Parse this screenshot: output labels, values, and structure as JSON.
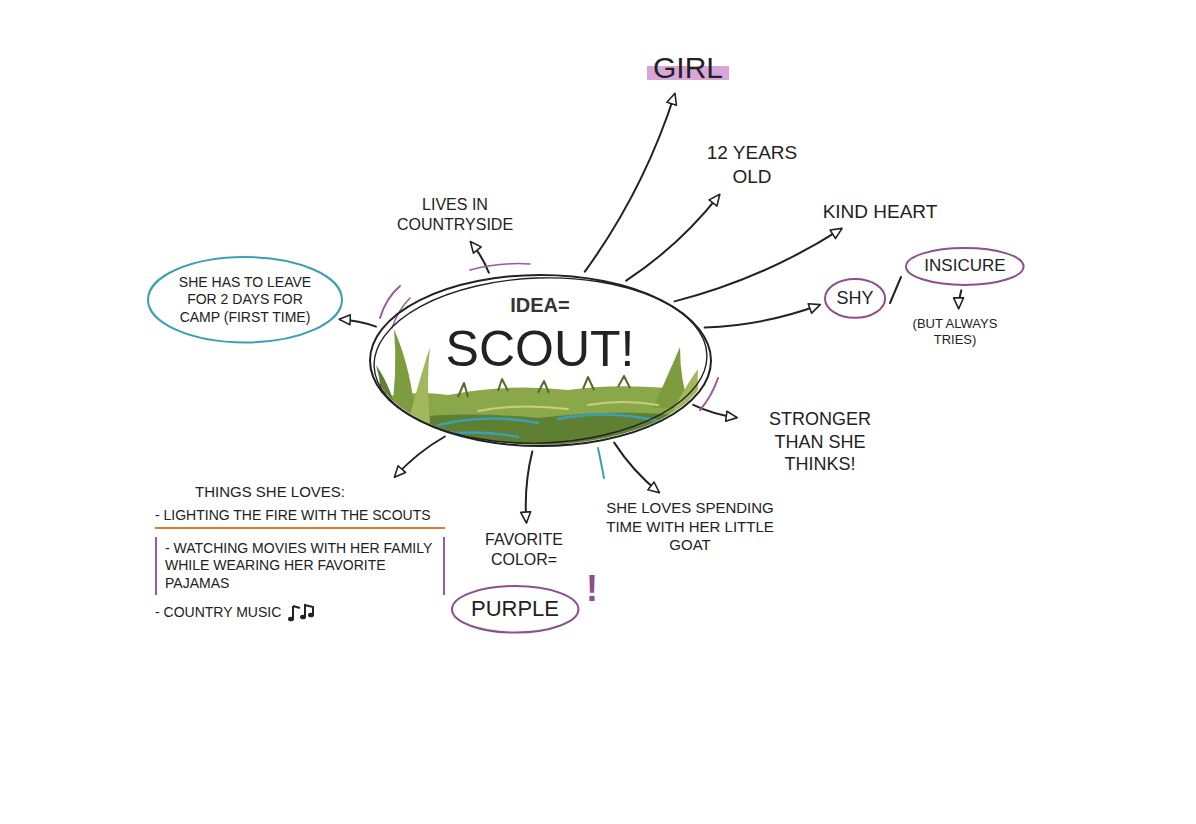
{
  "diagram": {
    "nodes": [
      {
        "text": [
          "IDEA=",
          "SCOUT!"
        ]
      },
      {
        "text": [
          "GIRL"
        ]
      },
      {
        "text": [
          "12 YEARS OLD"
        ]
      },
      {
        "text": [
          "KIND HEART"
        ]
      },
      {
        "text": [
          "SHY"
        ]
      },
      {
        "text": [
          "INSICURE"
        ]
      },
      {
        "text": [
          "(BUT ALWAYS TRIES)"
        ]
      },
      {
        "text": [
          "STRONGER THAN SHE THINKS!"
        ]
      },
      {
        "text": [
          "SHE LOVES SPENDING TIME WITH HER LITTLE GOAT"
        ]
      },
      {
        "text": [
          "FAVORITE COLOR="
        ]
      },
      {
        "text": [
          "PURPLE"
        ]
      },
      {
        "text": [
          "THINGS SHE LOVES:",
          "- LIGHTING THE FIRE WITH THE SCOUTS",
          "- WATCHING MOVIES WITH HER FAMILY WHILE WEARING HER FAVORITE PAJAMAS",
          "- COUNTRY MUSIC"
        ]
      },
      {
        "text": [
          "SHE HAS TO LEAVE FOR 2 DAYS FOR CAMP (FIRST TIME)"
        ]
      },
      {
        "text": [
          "LIVES IN COUNTRYSIDE"
        ]
      }
    ],
    "edges": [
      {
        "from": 0,
        "to": 1,
        "arrow": "to"
      },
      {
        "from": 0,
        "to": 2,
        "arrow": "to"
      },
      {
        "from": 0,
        "to": 3,
        "arrow": "to"
      },
      {
        "from": 0,
        "to": 4,
        "arrow": "to"
      },
      {
        "from": 5,
        "to": 6,
        "arrow": "to"
      },
      {
        "from": 0,
        "to": 7,
        "arrow": "to"
      },
      {
        "from": 0,
        "to": 8,
        "arrow": "to"
      },
      {
        "from": 0,
        "to": 9,
        "arrow": "to"
      },
      {
        "from": 0,
        "to": 11,
        "arrow": "to"
      },
      {
        "from": 0,
        "to": 12,
        "arrow": "to"
      },
      {
        "from": 0,
        "to": 13,
        "arrow": "to"
      }
    ],
    "labels": [
      "!"
    ]
  }
}
